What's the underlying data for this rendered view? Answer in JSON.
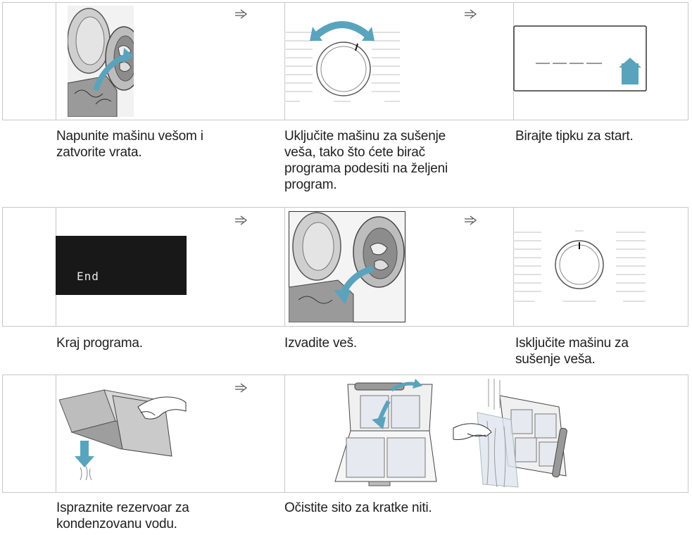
{
  "steps": [
    {
      "caption": "Napunite mašinu vešom i zatvorite vrata."
    },
    {
      "caption": "Uključite mašinu za sušenje veša, tako što ćete birač programa podesiti na željeni program."
    },
    {
      "caption": "Birajte tipku za start."
    },
    {
      "caption": "Kraj programa.",
      "display": "End"
    },
    {
      "caption": "Izvadite veš."
    },
    {
      "caption": "Isključite mašinu za sušenje veša."
    },
    {
      "caption": "Ispraznite rezervoar za kondenzovanu vodu."
    },
    {
      "caption": "Očistite sito za kratke niti."
    }
  ],
  "icons": {
    "next": "next-step-arrow-icon"
  },
  "colors": {
    "accent": "#5aa3bd",
    "frame": "#c8c8c8",
    "display_bg": "#181818"
  }
}
